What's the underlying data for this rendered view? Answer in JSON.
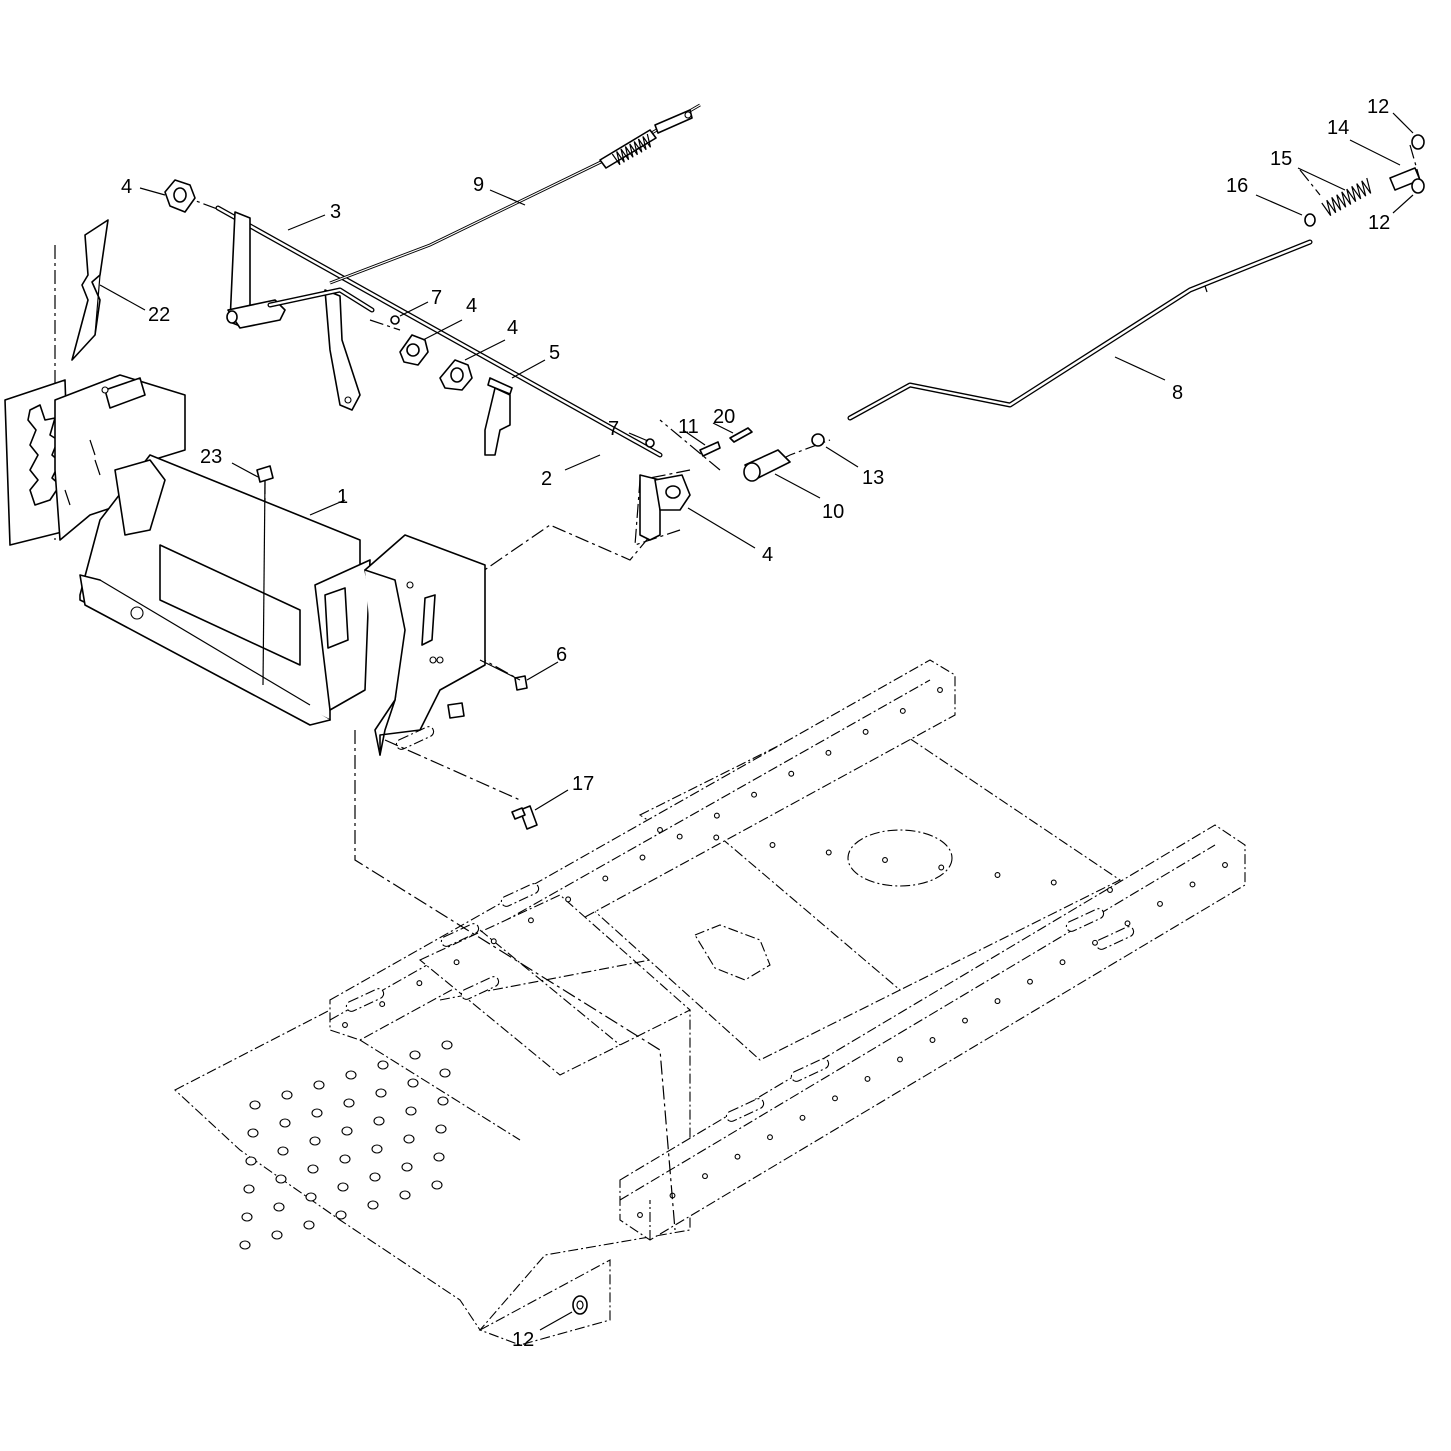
{
  "diagram": {
    "callouts": [
      {
        "id": "c1",
        "label": "1"
      },
      {
        "id": "c2",
        "label": "2"
      },
      {
        "id": "c3",
        "label": "3"
      },
      {
        "id": "c4a",
        "label": "4"
      },
      {
        "id": "c4b",
        "label": "4"
      },
      {
        "id": "c4c",
        "label": "4"
      },
      {
        "id": "c4d",
        "label": "4"
      },
      {
        "id": "c5",
        "label": "5"
      },
      {
        "id": "c6",
        "label": "6"
      },
      {
        "id": "c7a",
        "label": "7"
      },
      {
        "id": "c7b",
        "label": "7"
      },
      {
        "id": "c8",
        "label": "8"
      },
      {
        "id": "c9",
        "label": "9"
      },
      {
        "id": "c10",
        "label": "10"
      },
      {
        "id": "c11",
        "label": "11"
      },
      {
        "id": "c12a",
        "label": "12"
      },
      {
        "id": "c12b",
        "label": "12"
      },
      {
        "id": "c12c",
        "label": "12"
      },
      {
        "id": "c13",
        "label": "13"
      },
      {
        "id": "c14",
        "label": "14"
      },
      {
        "id": "c15",
        "label": "15"
      },
      {
        "id": "c16",
        "label": "16"
      },
      {
        "id": "c17",
        "label": "17"
      },
      {
        "id": "c20",
        "label": "20"
      },
      {
        "id": "c22",
        "label": "22"
      },
      {
        "id": "c23",
        "label": "23"
      }
    ],
    "colors": {
      "ink": "#000000",
      "paper": "#ffffff"
    }
  }
}
